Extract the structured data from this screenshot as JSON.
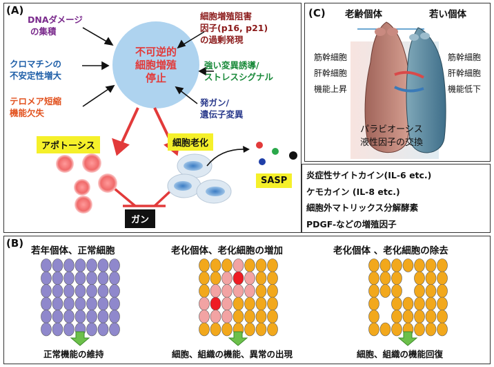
{
  "panelA": {
    "label": "(A)",
    "center": [
      "不可逆的",
      "細胞増殖",
      "停止"
    ],
    "causes": {
      "dna": [
        "DNAダメージ",
        "の集積"
      ],
      "p16": [
        "細胞増殖阻害",
        "因子(p16, p21)",
        "の過剰発現"
      ],
      "chromatin": [
        "クロマチンの",
        "不安定性増大"
      ],
      "stress": [
        "強い変異誘導/",
        "ストレスシグナル"
      ],
      "telomere": [
        "テロメア短縮",
        "機能欠失"
      ],
      "oncogene": [
        "発ガン/",
        "遺伝子変異"
      ]
    },
    "apoptosis": "アポトーシス",
    "senescence": "細胞老化",
    "cancer": "ガン",
    "sasp": "SASP",
    "sasp_list": [
      "炎症性サイトカイン(IL-6 etc.)",
      "ケモカイン (IL-8 etc.)",
      "細胞外マトリックス分解酵素",
      "PDGF-などの増殖因子"
    ]
  },
  "panelB": {
    "label": "(B)",
    "titles": [
      "若年個体、正常細胞",
      "老化個体、老化細胞の増加",
      "老化個体 、老化細胞の除去"
    ],
    "captions": [
      "正常機能の維持",
      "細胞、組織の機能、異常の出現",
      "細胞、組織の機能回復"
    ]
  },
  "panelC": {
    "label": "(C)",
    "old": "老齢個体",
    "young": "若い個体",
    "left_list": [
      "筋幹細胞",
      "肝幹細胞",
      "機能上昇"
    ],
    "right_list": [
      "筋幹細胞",
      "肝幹細胞",
      "機能低下"
    ],
    "caption": [
      "パラビオーシス",
      "液性因子の交換"
    ]
  },
  "colors": {
    "purple": "#7a2a8c",
    "darkred": "#8b1a1a",
    "blue": "#1f5fa8",
    "green": "#1a8a3a",
    "orange": "#e2521f",
    "navy": "#2a3a8c",
    "circle": "#aed3ef",
    "red": "#e23a3a",
    "cellPurple": "#8f88cc",
    "cellOrange": "#f2a81c",
    "cellPink": "#f2a3a3",
    "arrowGreen": "#6cc04a"
  }
}
